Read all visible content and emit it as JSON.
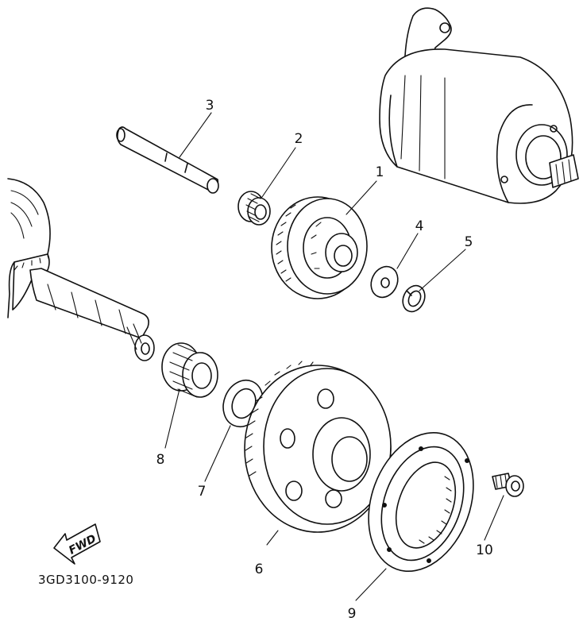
{
  "callouts": [
    {
      "id": "1",
      "label": "1"
    },
    {
      "id": "2",
      "label": "2"
    },
    {
      "id": "3",
      "label": "3"
    },
    {
      "id": "4",
      "label": "4"
    },
    {
      "id": "5",
      "label": "5"
    },
    {
      "id": "6",
      "label": "6"
    },
    {
      "id": "7",
      "label": "7"
    },
    {
      "id": "8",
      "label": "8"
    },
    {
      "id": "9",
      "label": "9"
    },
    {
      "id": "10",
      "label": "10"
    }
  ],
  "direction_arrow": {
    "label": "FWD"
  },
  "diagram_code": "3GD3100-9120"
}
